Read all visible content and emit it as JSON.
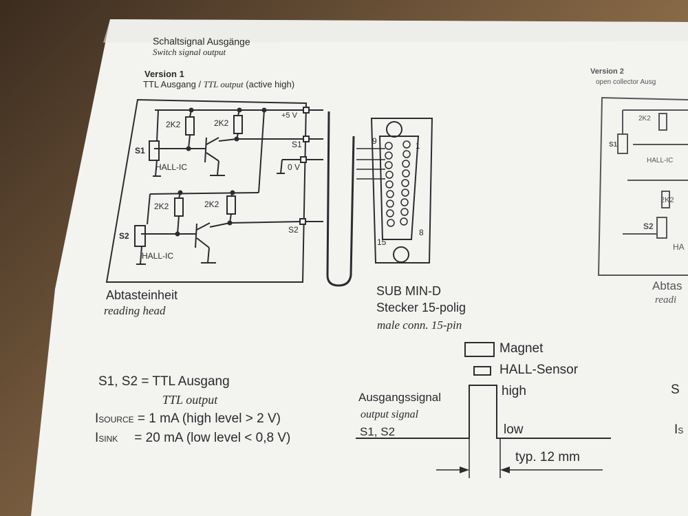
{
  "header": {
    "title": "Schaltsignal Ausgänge",
    "subtitle": "Switch signal output"
  },
  "version1": {
    "heading": "Version 1",
    "subheading_de": "TTL Ausgang /",
    "subheading_en": "TTL output",
    "subheading_suffix": "(active high)"
  },
  "version2": {
    "heading": "Version 2",
    "subheading": "open collector Ausg",
    "labels": {
      "r1": "2K2",
      "s1": "S1",
      "hall": "HALL-IC",
      "r2": "2K2",
      "s2": "S2",
      "hall2": "HA",
      "caption_de": "Abtas",
      "caption_en": "readi"
    }
  },
  "circuit": {
    "resistors": [
      "2K2",
      "2K2",
      "2K2",
      "2K2"
    ],
    "sensors": [
      "S1",
      "S2"
    ],
    "hall_labels": [
      "HALL-IC",
      "HALL-IC"
    ],
    "pins": [
      "+5 V",
      "S1",
      "0 V",
      "S2"
    ]
  },
  "connector": {
    "pin_labels": [
      "9",
      "1",
      "15",
      "8"
    ],
    "name": "SUB MIN-D",
    "desc_de": "Stecker 15-polig",
    "desc_en": "male conn. 15-pin"
  },
  "reading_head": {
    "label_de": "Abtasteinheit",
    "label_en": "reading head"
  },
  "specs": {
    "line1": "S1, S2 = TTL Ausgang",
    "line1_en": "TTL output",
    "isource_prefix": "I",
    "isource_sub": "SOURCE",
    "isource_value": " = 1 mA (high level > 2 V)",
    "isink_prefix": "I",
    "isink_sub": "SINK",
    "isink_value": "= 20 mA (low level < 0,8 V)"
  },
  "signal": {
    "legend_magnet": "Magnet",
    "legend_hall": "HALL-Sensor",
    "label_de": "Ausgangssignal",
    "label_en": "output signal",
    "channels": "S1, S2",
    "high": "high",
    "low": "low",
    "width": "typ. 12 mm"
  },
  "cutoff_right": {
    "s": "S",
    "i": "I",
    "sub": "S"
  }
}
